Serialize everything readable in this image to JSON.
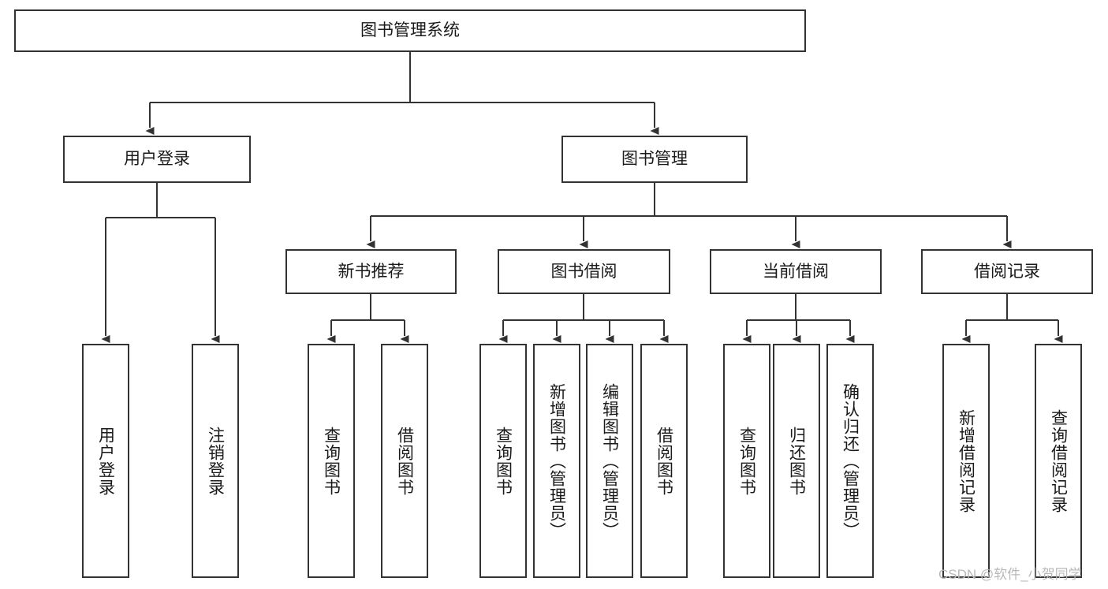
{
  "diagram": {
    "title": "图书管理系统",
    "type": "tree-hierarchy",
    "watermark": "CSDN @软件_小贺同学",
    "colors": {
      "stroke": "#333333",
      "fill": "#ffffff",
      "text": "#1a1a1a",
      "watermark": "#b9b9b9"
    },
    "root": {
      "label": "图书管理系统",
      "orientation": "horizontal"
    },
    "level2": [
      {
        "label": "用户登录",
        "orientation": "horizontal"
      },
      {
        "label": "图书管理",
        "orientation": "horizontal"
      }
    ],
    "level3": [
      {
        "label": "新书推荐",
        "orientation": "horizontal"
      },
      {
        "label": "图书借阅",
        "orientation": "horizontal"
      },
      {
        "label": "当前借阅",
        "orientation": "horizontal"
      },
      {
        "label": "借阅记录",
        "orientation": "horizontal"
      }
    ],
    "leaves_user_login": [
      {
        "label": "用户登录",
        "orientation": "vertical"
      },
      {
        "label": "注销登录",
        "orientation": "vertical"
      }
    ],
    "leaves_new_book": [
      {
        "label": "查询图书",
        "orientation": "vertical"
      },
      {
        "label": "借阅图书",
        "orientation": "vertical"
      }
    ],
    "leaves_borrow": [
      {
        "label": "查询图书",
        "orientation": "vertical"
      },
      {
        "label": "新增图书（管理员）",
        "orientation": "vertical"
      },
      {
        "label": "编辑图书（管理员）",
        "orientation": "vertical"
      },
      {
        "label": "借阅图书",
        "orientation": "vertical"
      }
    ],
    "leaves_current": [
      {
        "label": "查询图书",
        "orientation": "vertical"
      },
      {
        "label": "归还图书",
        "orientation": "vertical"
      },
      {
        "label": "确认归还（管理员）",
        "orientation": "vertical"
      }
    ],
    "leaves_record": [
      {
        "label": "新增借阅记录",
        "orientation": "vertical"
      },
      {
        "label": "查询借阅记录",
        "orientation": "vertical"
      }
    ]
  }
}
